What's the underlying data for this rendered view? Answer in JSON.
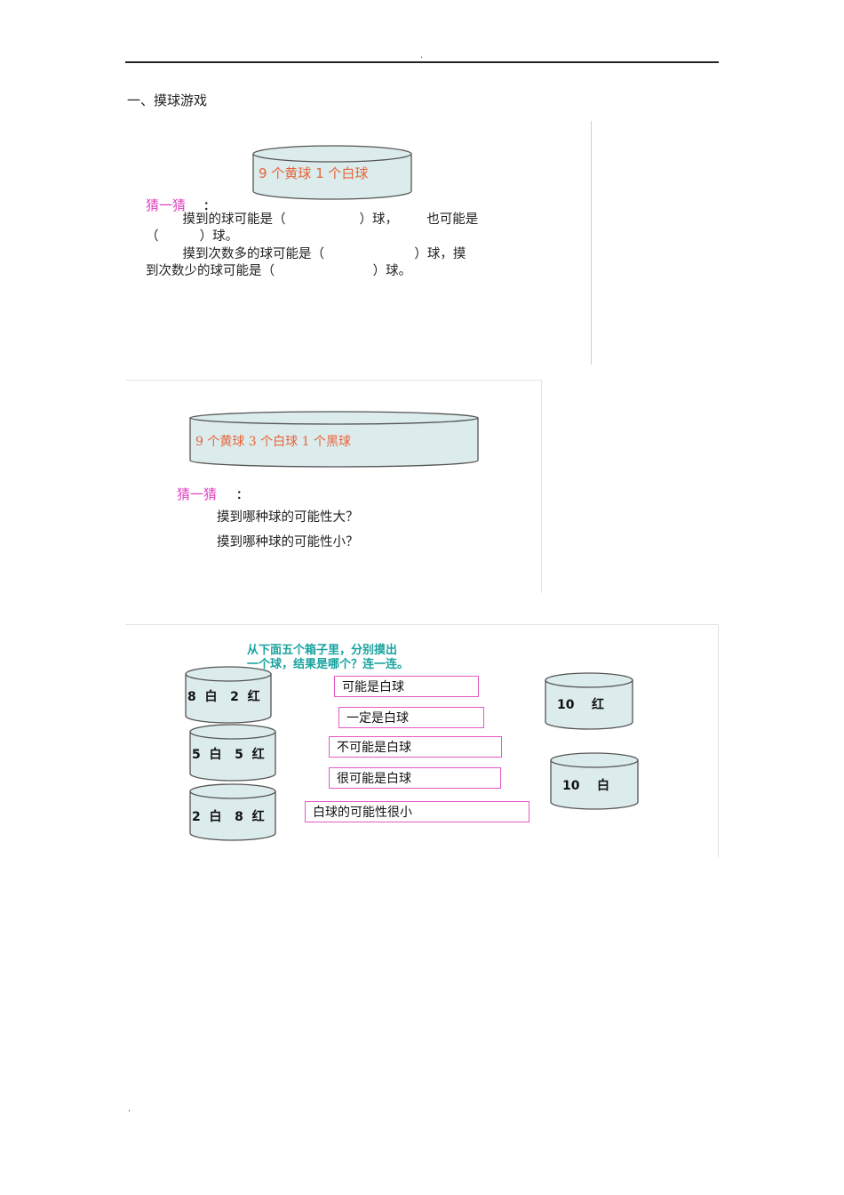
{
  "page": {
    "header_dot": ".",
    "footer_dot": ".",
    "heading": "一、摸球游戏"
  },
  "section1": {
    "cylinder_label": "9 个黄球    1 个白球",
    "guess_label": "猜一猜",
    "colon": "：",
    "lines": [
      "         摸到的球可能是（                  ）球，       也可能是",
      "（          ）球。",
      "         摸到次数多的球可能是（                      ）球，摸",
      "到次数少的球可能是（                        ）球。"
    ]
  },
  "section2": {
    "cylinder_label": "9 个黄球 3 个白球 1 个黑球",
    "guess_label": "猜一猜",
    "colon": "：",
    "question_big": "摸到哪种球的可能性大？",
    "question_small": "摸到哪种球的可能性小？"
  },
  "section3": {
    "prompt_line1": "从下面五个箱子里，分别摸出",
    "prompt_line2": "一个球，结果是哪个？连一连。",
    "boxes": [
      {
        "label": "8  白   2  红"
      },
      {
        "label": "5  白   5  红"
      },
      {
        "label": "2  白   8  红"
      },
      {
        "label": "10    红"
      },
      {
        "label": "10    白"
      }
    ],
    "answers": [
      "可能是白球",
      "一定是白球",
      "不可能是白球",
      "很可能是白球",
      "白球的可能性很小"
    ]
  }
}
